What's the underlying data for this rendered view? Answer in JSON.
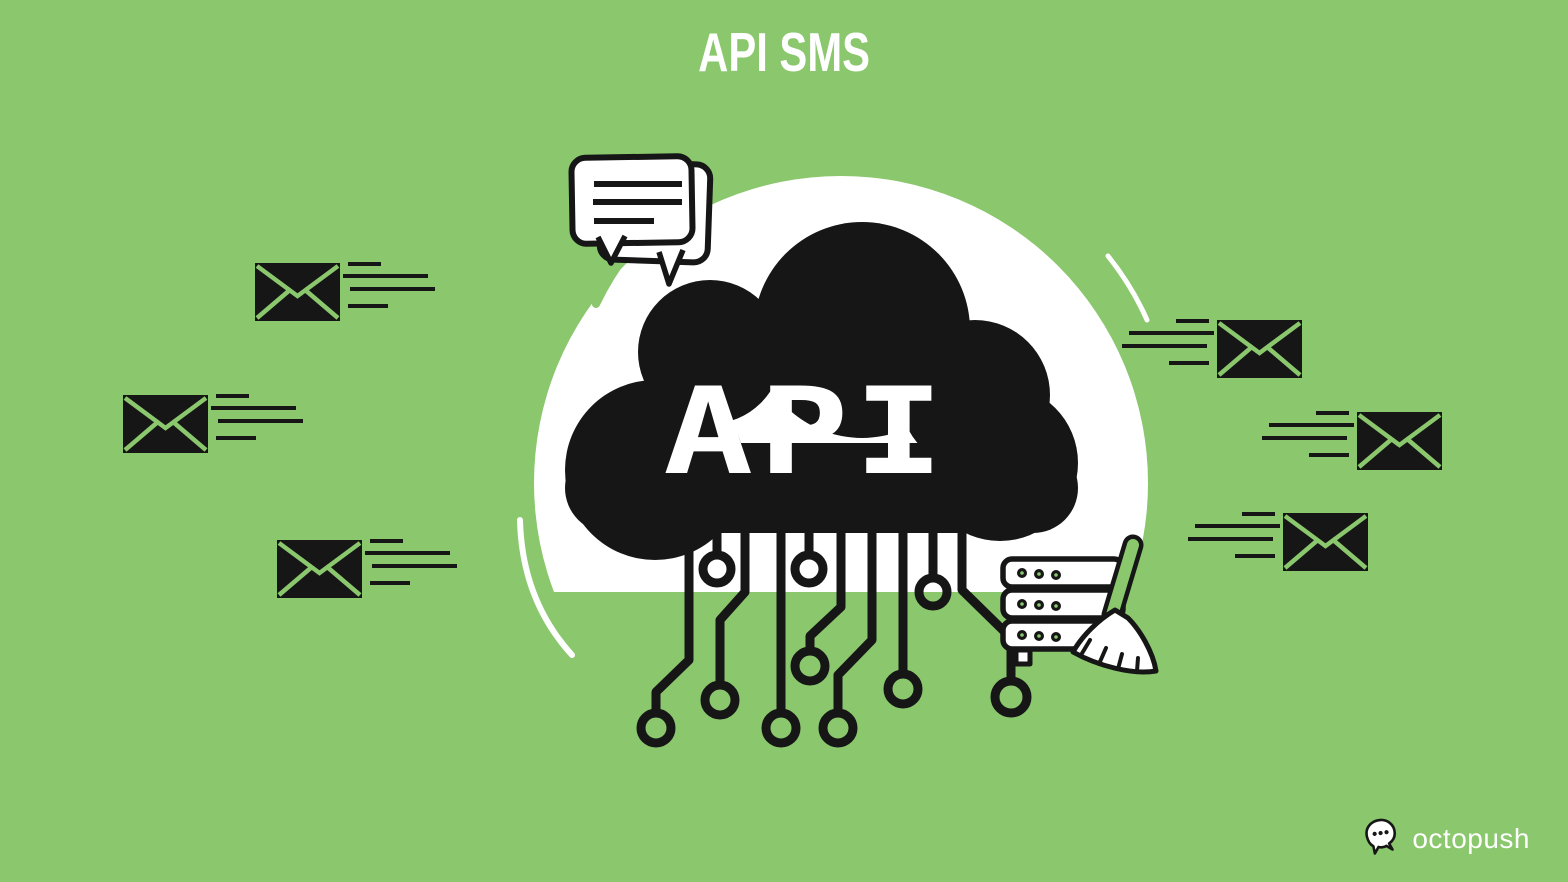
{
  "page": {
    "title": "API SMS"
  },
  "illustration": {
    "cloud_label": "API",
    "description": "Black API cloud on a white brush circle, circuit traces hanging below, chat bubble, flying SMS envelopes with speed lines, server stack swept by a broom",
    "icons": [
      "chat-bubble-icon",
      "api-cloud-icon",
      "circuit-trace-icon",
      "flying-envelope-icon",
      "server-stack-icon",
      "broom-icon",
      "octopus-logo-icon"
    ],
    "envelopes_left_count": 3,
    "envelopes_right_count": 3
  },
  "brand": {
    "name": "octopush"
  },
  "colors": {
    "background": "#8AC76D",
    "ink": "#161616",
    "white": "#FFFFFF"
  }
}
